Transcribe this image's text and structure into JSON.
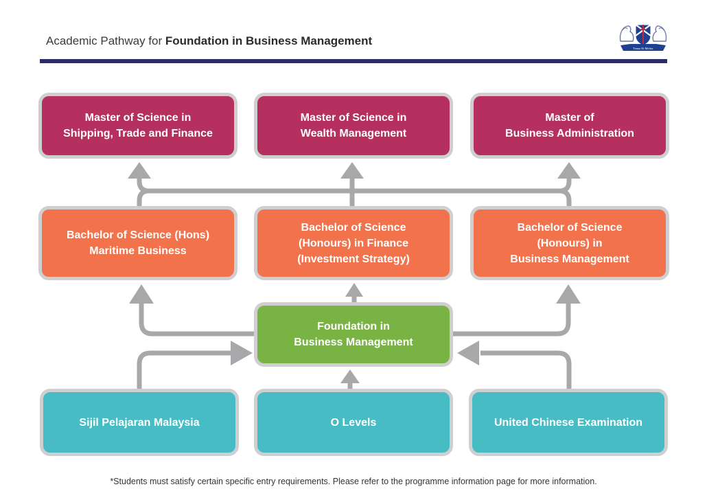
{
  "header": {
    "title_prefix": "Academic Pathway for ",
    "title_bold": "Foundation in Business Management"
  },
  "logo": {
    "icon": "university-crest-icon",
    "motto": "Tenax Et Melior"
  },
  "masters": [
    {
      "label": "Master of Science in\nShipping, Trade and Finance"
    },
    {
      "label": "Master of Science in\nWealth Management"
    },
    {
      "label": "Master of\nBusiness  Administration"
    }
  ],
  "bachelors": [
    {
      "label": "Bachelor of Science (Hons)\nMaritime Business"
    },
    {
      "label": "Bachelor of Science\n(Honours) in Finance\n(Investment Strategy)"
    },
    {
      "label": "Bachelor of Science\n(Honours) in\nBusiness Management"
    }
  ],
  "foundation": {
    "label": "Foundation in\nBusiness Management"
  },
  "entries": [
    {
      "label": "Sijil Pelajaran Malaysia"
    },
    {
      "label": "O Levels"
    },
    {
      "label": "United Chinese Examination"
    }
  ],
  "footnote": "*Students must satisfy certain specific entry requirements. Please refer to the programme information page for more information.",
  "colors": {
    "master": "#b5305f",
    "bachelor": "#f2734b",
    "foundation": "#79b344",
    "entry": "#48bcc4",
    "connector": "#a8a8ab",
    "box_border": "#cfcfd1",
    "header_rule": "#2b2d6b"
  }
}
